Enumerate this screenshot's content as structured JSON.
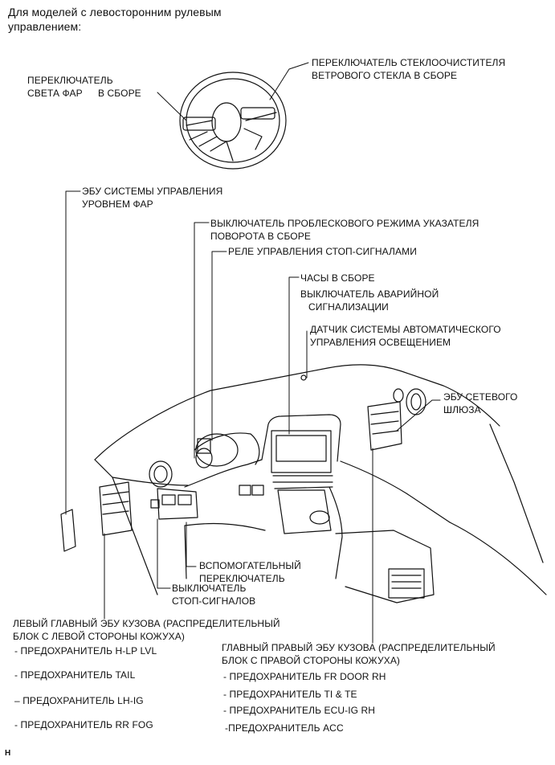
{
  "header": {
    "line1": "Для моделей с левосторонним рулевым",
    "line2": "управлением:"
  },
  "labels": {
    "headlight_switch_1": "ПЕРЕКЛЮЧАТЕЛЬ",
    "headlight_switch_2": "СВЕТА ФАР",
    "headlight_switch_3": "В СБОРЕ",
    "wiper_switch_1": "ПЕРЕКЛЮЧАТЕЛЬ СТЕКЛООЧИСТИТЕЛЯ",
    "wiper_switch_2": "ВЕТРОВОГО СТЕКЛА В СБОРЕ",
    "leveling_ecu_1": "ЭБУ СИСТЕМЫ УПРАВЛЕНИЯ",
    "leveling_ecu_2": "УРОВНЕМ ФАР",
    "flasher_switch_1": "ВЫКЛЮЧАТЕЛЬ ПРОБЛЕСКОВОГО РЕЖИМА УКАЗАТЕЛЯ",
    "flasher_switch_2": "ПОВОРОТА В СБОРЕ",
    "stop_relay": "РЕЛЕ УПРАВЛЕНИЯ СТОП-СИГНАЛАМИ",
    "clock": "ЧАСЫ В СБОРЕ",
    "hazard_1": "ВЫКЛЮЧАТЕЛЬ АВАРИЙНОЙ",
    "hazard_2": "СИГНАЛИЗАЦИИ",
    "light_sensor_1": "ДАТЧИК СИСТЕМЫ АВТОМАТИЧЕСКОГО",
    "light_sensor_2": "УПРАВЛЕНИЯ ОСВЕЩЕНИЕМ",
    "gateway_ecu_1": "ЭБУ СЕТЕВОГО",
    "gateway_ecu_2": "ШЛЮЗА",
    "aux_switch_1": "ВСПОМОГАТЕЛЬНЫЙ",
    "aux_switch_2": "ПЕРЕКЛЮЧАТЕЛЬ",
    "stop_switch_1": "ВЫКЛЮЧАТЕЛЬ",
    "stop_switch_2": "СТОП-СИГНАЛОВ",
    "left_ecu_1": "ЛЕВЫЙ ГЛАВНЫЙ ЭБУ КУЗОВА (РАСПРЕДЕЛИТЕЛЬНЫЙ",
    "left_ecu_2": "БЛОК С ЛЕВОЙ СТОРОНЫ КОЖУХА)",
    "right_ecu_1": "ГЛАВНЫЙ ПРАВЫЙ ЭБУ КУЗОВА (РАСПРЕДЕЛИТЕЛЬНЫЙ",
    "right_ecu_2": "БЛОК С ПРАВОЙ СТОРОНЫ КОЖУХА)"
  },
  "left_fuses": [
    "- ПРЕДОХРАНИТЕЛЬ H-LP LVL",
    "- ПРЕДОХРАНИТЕЛЬ TAIL",
    "– ПРЕДОХРАНИТЕЛЬ LH-IG",
    "- ПРЕДОХРАНИТЕЛЬ RR FOG"
  ],
  "right_fuses": [
    "- ПРЕДОХРАНИТЕЛЬ FR DOOR RH",
    "- ПРЕДОХРАНИТЕЛЬ TI & TE",
    "- ПРЕДОХРАНИТЕЛЬ ECU-IG RH",
    "-ПРЕДОХРАНИТЕЛЬ ACC"
  ],
  "footer": "H"
}
